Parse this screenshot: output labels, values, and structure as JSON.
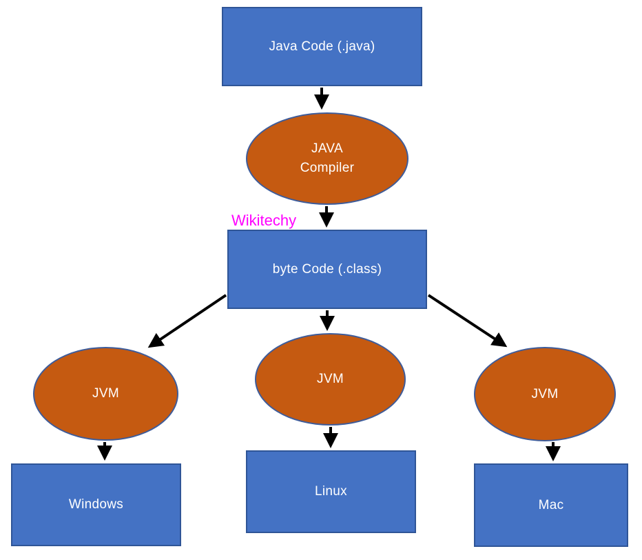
{
  "diagram": {
    "watermark": {
      "text": "Wikitechy"
    },
    "colors": {
      "box_fill": "#4472C4",
      "box_border": "#2F5597",
      "ellipse_fill": "#C55A11",
      "ellipse_border": "#3E5C9A",
      "watermark": "#FF00FF",
      "arrow": "#000000",
      "label_text": "#FFFFFF"
    },
    "nodes": {
      "java_code": {
        "shape": "rect",
        "label": "Java Code (.java)"
      },
      "compiler": {
        "shape": "ellipse",
        "label_line1": "JAVA",
        "label_line2": "Compiler"
      },
      "byte_code": {
        "shape": "rect",
        "label": "byte Code (.class)"
      },
      "jvm_left": {
        "shape": "ellipse",
        "label": "JVM"
      },
      "jvm_middle": {
        "shape": "ellipse",
        "label": "JVM"
      },
      "jvm_right": {
        "shape": "ellipse",
        "label": "JVM"
      },
      "windows": {
        "shape": "rect",
        "label": "Windows"
      },
      "linux": {
        "shape": "rect",
        "label": "Linux"
      },
      "mac": {
        "shape": "rect",
        "label": "Mac"
      }
    },
    "edges": [
      {
        "from": "java_code",
        "to": "compiler"
      },
      {
        "from": "compiler",
        "to": "byte_code"
      },
      {
        "from": "byte_code",
        "to": "jvm_left"
      },
      {
        "from": "byte_code",
        "to": "jvm_middle"
      },
      {
        "from": "byte_code",
        "to": "jvm_right"
      },
      {
        "from": "jvm_left",
        "to": "windows"
      },
      {
        "from": "jvm_middle",
        "to": "linux"
      },
      {
        "from": "jvm_right",
        "to": "mac"
      }
    ]
  }
}
